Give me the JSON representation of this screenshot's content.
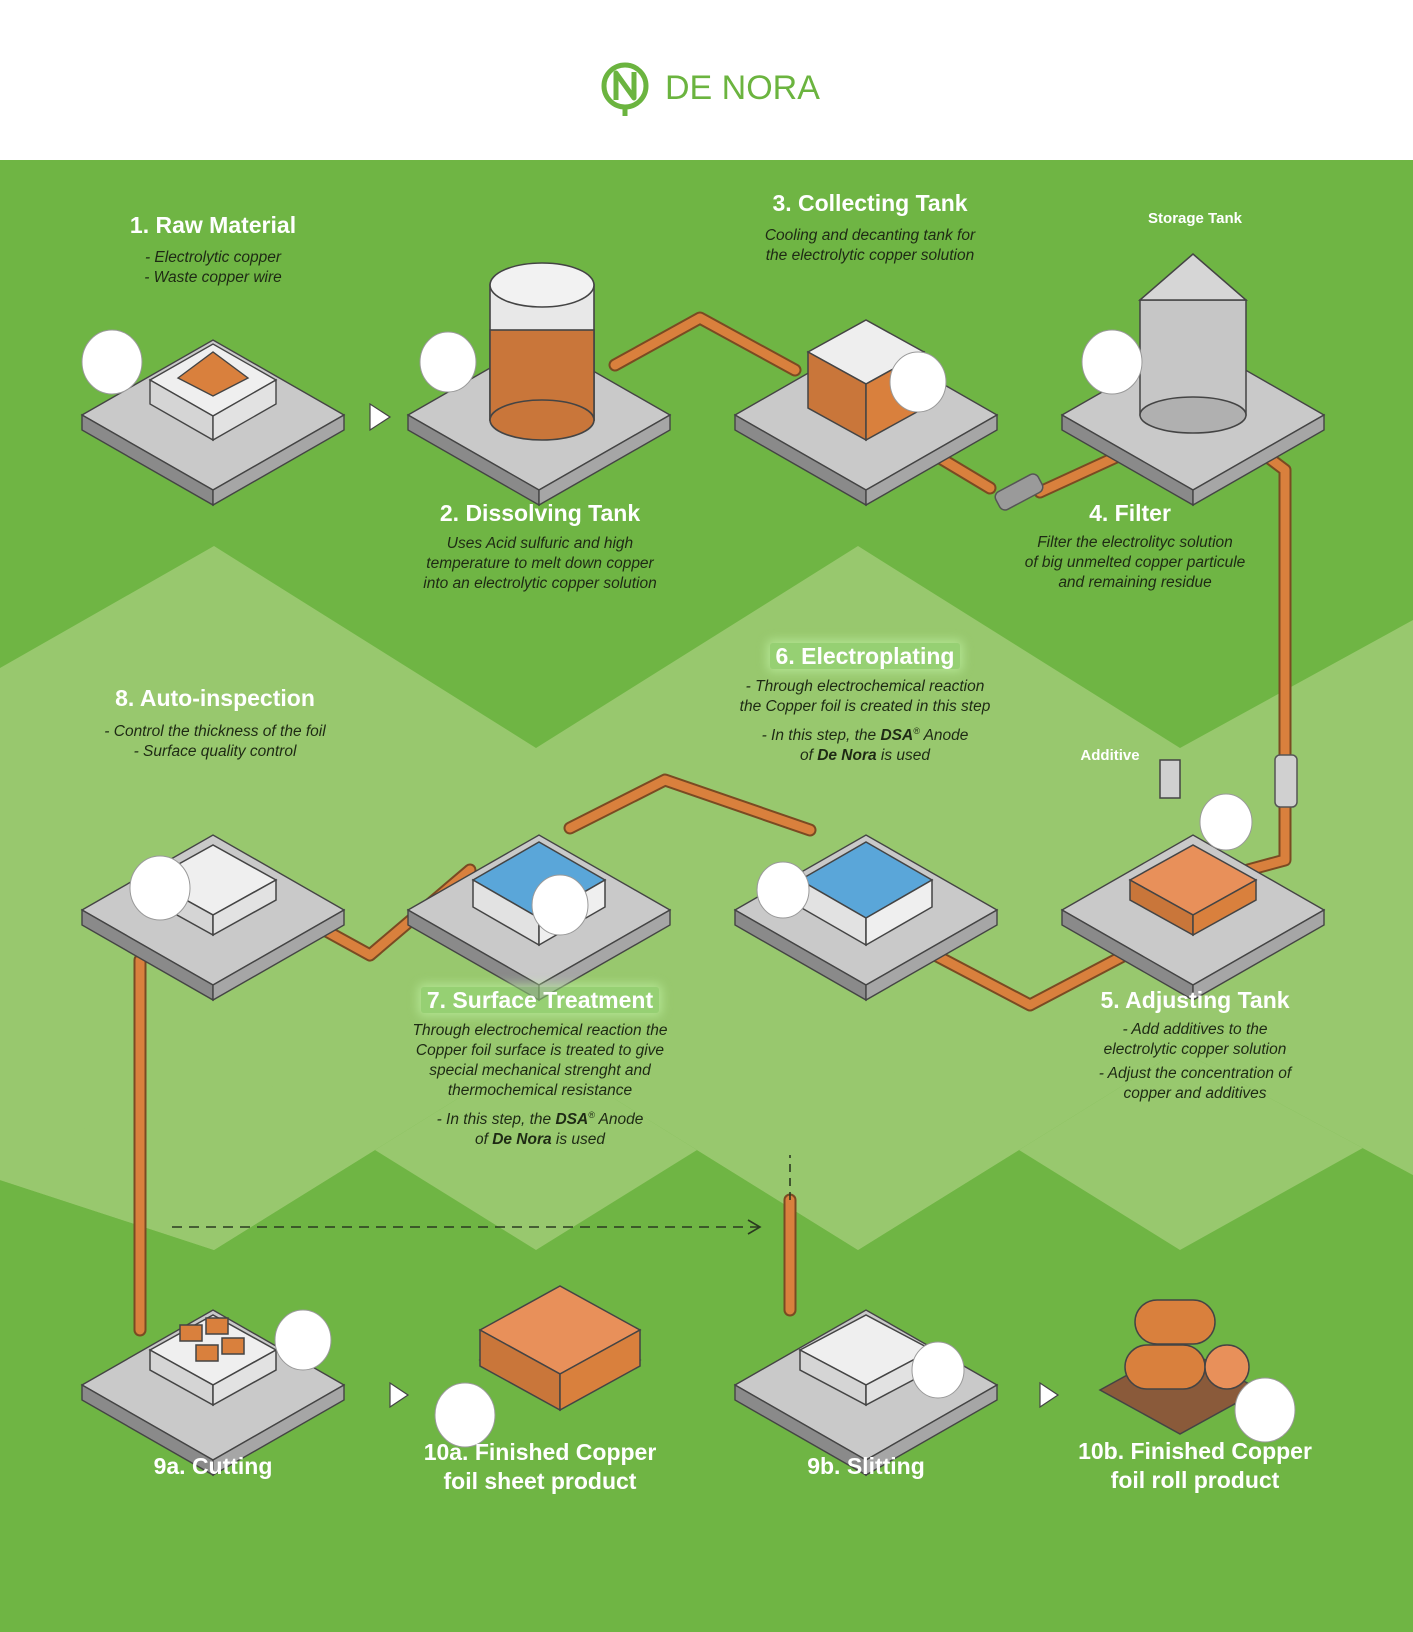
{
  "brand": {
    "name": "DE NORA",
    "color": "#6bb43f"
  },
  "steps": {
    "s1": {
      "title": "1. Raw Material",
      "lines": [
        "- Electrolytic copper",
        "- Waste copper wire"
      ]
    },
    "s2": {
      "title": "2. Dissolving Tank",
      "lines": [
        "Uses Acid sulfuric and high",
        "temperature to melt down copper",
        "into an electrolytic copper solution"
      ]
    },
    "s3": {
      "title": "3. Collecting Tank",
      "lines": [
        "Cooling and decanting tank for",
        "the electrolytic copper solution"
      ]
    },
    "storage_label": "Storage Tank",
    "s4": {
      "title": "4. Filter",
      "lines": [
        "Filter the electrolityc solution",
        "of big unmelted copper particule",
        "and remaining residue"
      ]
    },
    "s5": {
      "title": "5. Adjusting Tank",
      "lines": [
        "- Add additives to the",
        "electrolytic copper solution",
        "- Adjust the concentration of",
        "copper and additives"
      ]
    },
    "additive_label": "Additive",
    "s6": {
      "title": "6. Electroplating",
      "lines": [
        "- Through electrochemical reaction",
        "the Copper foil is created in this step"
      ],
      "anode": {
        "a": "- In this step, the ",
        "b": "DSA",
        "c": "®",
        "d": " Anode",
        "e": "of ",
        "f": "De Nora",
        "g": " is used"
      }
    },
    "s7": {
      "title": "7. Surface Treatment",
      "lines": [
        "Through electrochemical reaction the",
        "Copper foil surface is treated to give",
        "special mechanical strenght and",
        "thermochemical resistance"
      ],
      "anode": {
        "a": "- In this step, the ",
        "b": "DSA",
        "c": "®",
        "d": " Anode",
        "e": "of ",
        "f": "De Nora",
        "g": " is used"
      }
    },
    "s8": {
      "title": "8. Auto-inspection",
      "lines": [
        "- Control the thickness of the foil",
        "- Surface quality control"
      ]
    },
    "s9a": {
      "title": "9a. Cutting"
    },
    "s10a": {
      "title": [
        "10a. Finished Copper",
        "foil sheet product"
      ]
    },
    "s9b": {
      "title": "9b. Slitting"
    },
    "s10b": {
      "title": [
        "10b. Finished Copper",
        "foil roll product"
      ]
    }
  },
  "colors": {
    "green": "#6fb544",
    "light_green": "#98c86e",
    "copper": "#d9803d",
    "pipe": "#d9803d",
    "tile": "#9a9a9a"
  }
}
